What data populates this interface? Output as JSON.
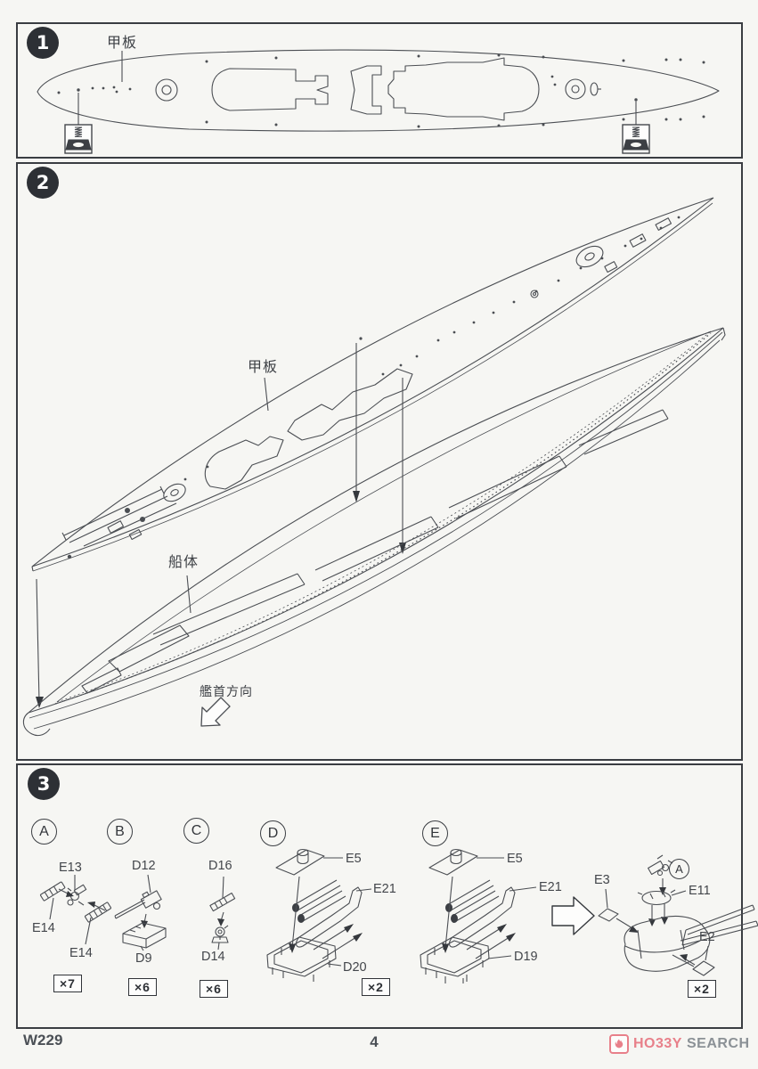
{
  "steps": {
    "s1": {
      "num": "1",
      "deck_label": "甲板"
    },
    "s2": {
      "num": "2",
      "deck_label": "甲板",
      "hull_label": "船体",
      "bow_label": "艦首方向"
    },
    "s3": {
      "num": "3"
    }
  },
  "assemblies": {
    "a": {
      "letter": "A",
      "part1": "E13",
      "part2": "E14",
      "part3": "E14",
      "qty": "×7"
    },
    "b": {
      "letter": "B",
      "part1": "D12",
      "part2": "D9",
      "qty": "×6"
    },
    "c": {
      "letter": "C",
      "part1": "D16",
      "part2": "D14",
      "qty": "×6"
    },
    "d": {
      "letter": "D",
      "part1": "E5",
      "part2": "E21",
      "part3": "D20",
      "qty": "×2"
    },
    "e": {
      "letter": "E",
      "part1": "E5",
      "part2": "E21",
      "part3": "D19"
    },
    "final": {
      "ref_letter": "A",
      "part1": "E3",
      "part2": "E11",
      "part3": "E2",
      "qty": "×2"
    }
  },
  "footer": {
    "kit_code": "W229",
    "page_number": "4"
  },
  "logo": {
    "hobby": "HO33Y",
    "search": "SEARCH"
  },
  "colors": {
    "logo_pink": "#e8808a",
    "logo_gray": "#8b9196",
    "line": "#4b4e53"
  }
}
